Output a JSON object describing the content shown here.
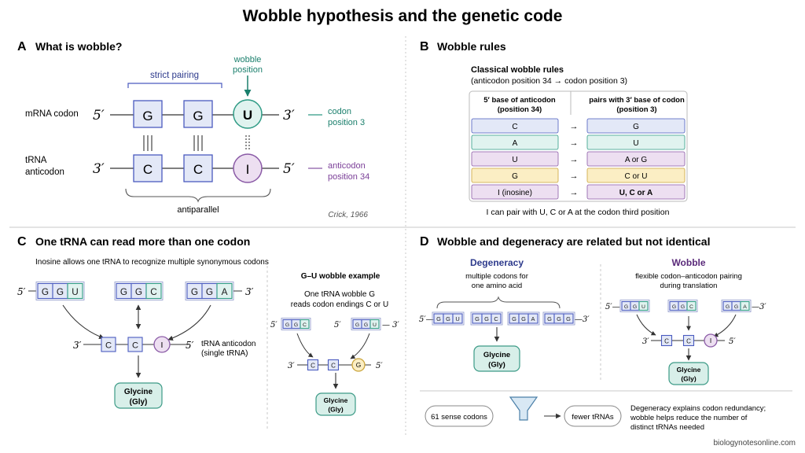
{
  "title": "Wobble hypothesis and the genetic code",
  "footer": "biologynotesonline.com",
  "colors": {
    "blue_fill": "#e3e8f7",
    "blue_stroke": "#4a5bbf",
    "teal_fill": "#e0f3ef",
    "teal_stroke": "#2f9b85",
    "teal_text": "#1a7f6c",
    "purple_fill": "#eddff1",
    "purple_stroke": "#8a5aa6",
    "purple_text": "#7b3f98",
    "yellow_fill": "#fbeec4",
    "yellow_stroke": "#caa43a",
    "gly_fill": "#d8efe9",
    "gly_stroke": "#3d9b87",
    "heading_blue": "#2d3a8c",
    "heading_purple": "#5a2a7a"
  },
  "panel_a": {
    "letter": "A",
    "title": "What is wobble?",
    "mrna_label": "mRNA codon",
    "trna_label1": "tRNA",
    "trna_label2": "anticodon",
    "five_prime": "5′",
    "three_prime": "3′",
    "mrna_bases": [
      "G",
      "G",
      "U"
    ],
    "trna_bases": [
      "C",
      "C",
      "I"
    ],
    "strict_pairing": "strict pairing",
    "wobble_pos1": "wobble",
    "wobble_pos2": "position",
    "codon_pos1": "codon",
    "codon_pos2": "position 3",
    "anticodon_pos1": "anticodon",
    "anticodon_pos2": "position 34",
    "antiparallel": "antiparallel",
    "citation": "Crick, 1966"
  },
  "panel_b": {
    "letter": "B",
    "title": "Wobble rules",
    "subtitle": "Classical wobble rules",
    "subtitle2": "(anticodon position 34 → codon position 3)",
    "col1_line1": "5′ base of anticodon",
    "col1_line2": "(position 34)",
    "col2_line1": "pairs with 3′ base of codon",
    "col2_line2": "(position 3)",
    "arrow": "→",
    "rows": [
      {
        "anticodon": "C",
        "codon": "G"
      },
      {
        "anticodon": "A",
        "codon": "U"
      },
      {
        "anticodon": "U",
        "codon": "A or G"
      },
      {
        "anticodon": "G",
        "codon": "C or U"
      },
      {
        "anticodon": "I (inosine)",
        "codon": "U, C or A"
      }
    ],
    "note": "I can pair with U, C or A at the codon third position"
  },
  "panel_c": {
    "letter": "C",
    "title": "One tRNA can read more than one codon",
    "desc": "Inosine allows one tRNA to recognize multiple synonymous codons",
    "codons": [
      [
        "G",
        "G",
        "U"
      ],
      [
        "G",
        "G",
        "C"
      ],
      [
        "G",
        "G",
        "A"
      ]
    ],
    "anticodon": [
      "C",
      "C",
      "I"
    ],
    "anticodon_label1": "tRNA anticodon",
    "anticodon_label2": "(single tRNA)",
    "aa1": "Glycine",
    "aa2": "(Gly)",
    "five_prime": "5′",
    "three_prime": "3′",
    "gu_title": "G–U wobble example",
    "gu_desc1": "One tRNA wobble G",
    "gu_desc2": "reads codon endings C or U",
    "gu_codons": [
      [
        "G",
        "G",
        "C"
      ],
      [
        "G",
        "G",
        "U"
      ]
    ],
    "gu_anticodon": [
      "C",
      "C",
      "G"
    ]
  },
  "panel_d": {
    "letter": "D",
    "title": "Wobble and degeneracy are related but not identical",
    "deg_title": "Degeneracy",
    "deg_desc1": "multiple codons for",
    "deg_desc2": "one amino acid",
    "deg_codons": [
      [
        "G",
        "G",
        "U"
      ],
      [
        "G",
        "G",
        "C"
      ],
      [
        "G",
        "G",
        "A"
      ],
      [
        "G",
        "G",
        "G"
      ]
    ],
    "wob_title": "Wobble",
    "wob_desc1": "flexible codon–anticodon pairing",
    "wob_desc2": "during translation",
    "wob_codons": [
      [
        "G",
        "G",
        "U"
      ],
      [
        "G",
        "G",
        "C"
      ],
      [
        "G",
        "G",
        "A"
      ]
    ],
    "wob_anticodon": [
      "C",
      "C",
      "I"
    ],
    "aa1": "Glycine",
    "aa2": "(Gly)",
    "five_prime": "5′",
    "three_prime": "3′",
    "sense_codons": "61 sense codons",
    "fewer_trnas": "fewer tRNAs",
    "summary1": "Degeneracy explains codon redundancy;",
    "summary2": "wobble helps reduce the number of",
    "summary3": "distinct tRNAs needed"
  }
}
